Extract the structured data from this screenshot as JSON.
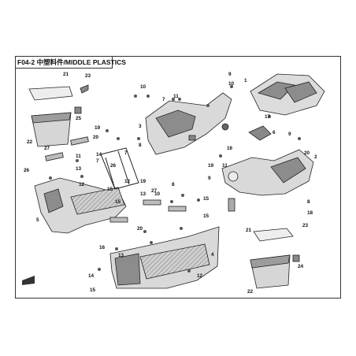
{
  "diagram": {
    "title": "F04-2 中塑料件/MIDDLE PLASTICS",
    "callouts": [
      "1",
      "2",
      "3",
      "4",
      "5",
      "6",
      "7",
      "8",
      "9",
      "10",
      "11",
      "12",
      "13",
      "14",
      "15",
      "16",
      "17",
      "18",
      "19",
      "20",
      "21",
      "22",
      "23",
      "24",
      "25",
      "26",
      "27"
    ],
    "colors": {
      "line": "#222222",
      "panel_fill": "#d9d9d9",
      "dark_fill": "#8c8c8c",
      "light_fill": "#efefef"
    }
  }
}
